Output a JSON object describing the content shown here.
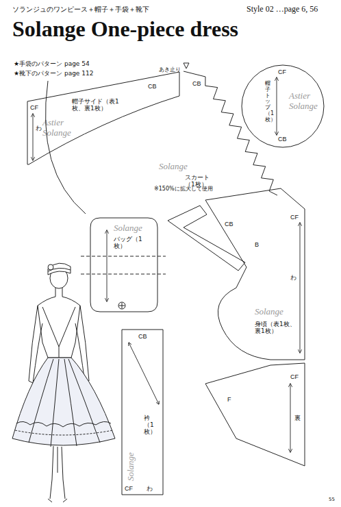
{
  "diagram": {
    "title": "Solange One-piece dress",
    "nodes": [
      {
        "text": [
          "CF",
          "わ",
          "Astier Solange",
          "帽子サイド（表1枚、裏1枚）",
          "CB"
        ]
      },
      {
        "text": [
          "あき止り",
          "CB",
          "Solange",
          "スカート（1枚）",
          "※150%に拡大して使用"
        ]
      },
      {
        "text": [
          "CF",
          "帽子トップ（1枚）",
          "Astier Solange",
          "CB"
        ]
      },
      {
        "text": [
          "Solange",
          "バッグ（1枚）"
        ]
      },
      {
        "text": [
          "CB",
          "B",
          "CF",
          "わ",
          "Solange",
          "身頃（表1枚、裏1枚）",
          "F",
          "CF",
          "裏"
        ]
      },
      {
        "text": [
          "CB",
          "Solange",
          "衿（1枚）",
          "CF",
          "わ"
        ]
      }
    ],
    "labels": [
      "ソランジュのワンピース＋帽子＋手袋＋靴下",
      "Style 02 …page 6, 56",
      "★手袋のパターン page 54",
      "★靴下のパターン page 112",
      "55"
    ]
  }
}
